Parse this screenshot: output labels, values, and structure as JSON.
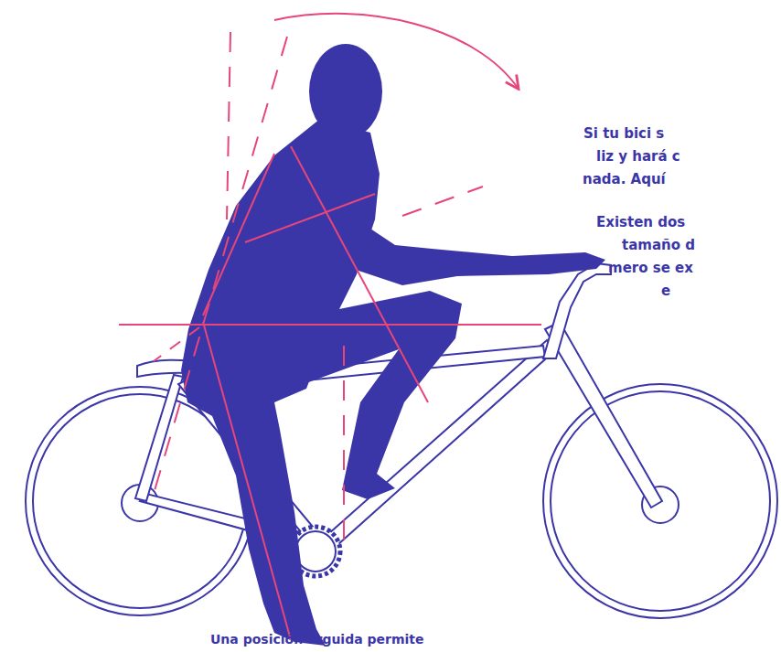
{
  "diagram": {
    "caption": "Una posición erguida permite",
    "labels": [
      "Si tu bici s",
      "liz y hará c",
      "nada. Aquí",
      "Existen dos",
      "tamaño d",
      "mero se ex",
      "e"
    ]
  }
}
